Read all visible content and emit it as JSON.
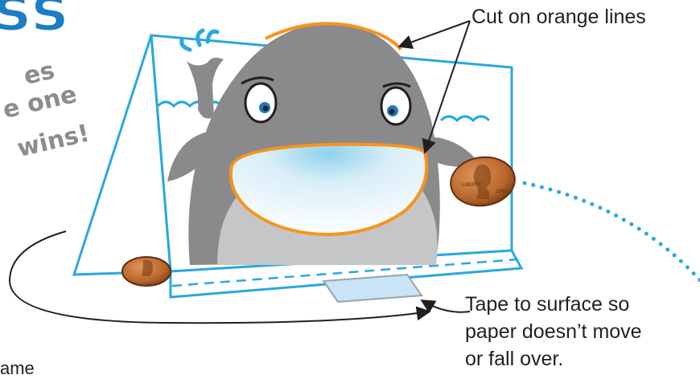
{
  "logo": {
    "text": "ss",
    "color": "#1b7dc4"
  },
  "labels": {
    "cut": "Cut  on orange lines",
    "tape_line1": "Tape to surface so",
    "tape_line2": "paper doesn’t move",
    "tape_line3": "or fall over."
  },
  "slanted_text": {
    "line1": "es",
    "line2": "e one",
    "line3": "wins!"
  },
  "bottom_fragment": "ame",
  "colors": {
    "frame_blue": "#29a8e0",
    "cut_orange": "#f7941d",
    "whale_gray": "#8a8a8c",
    "whale_dark": "#6d6e71",
    "penny": "#b8652a",
    "arrow": "#231f20"
  },
  "penny_text": {
    "word": "LIBERTY",
    "year": "1985"
  }
}
